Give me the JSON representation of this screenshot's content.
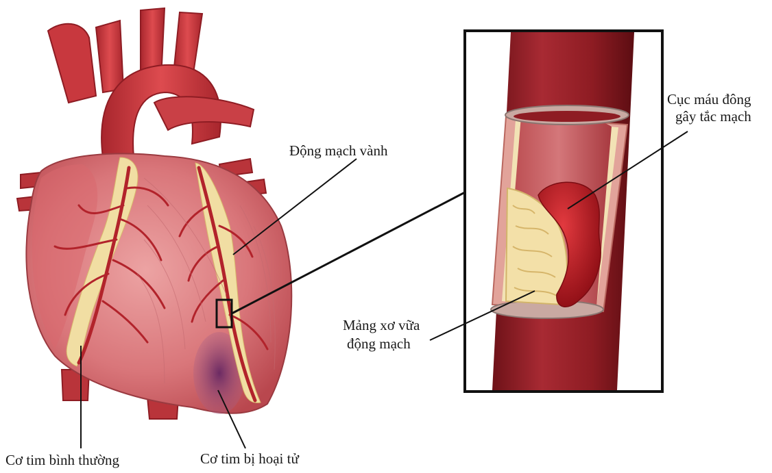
{
  "labels": {
    "coronary_artery": "Động mạch vành",
    "blood_clot_line1": "Cục máu đông",
    "blood_clot_line2": "gây tắc mạch",
    "plaque_line1": "Mảng xơ vữa",
    "plaque_line2": "động mạch",
    "normal_muscle": "Cơ tim bình thường",
    "necrotic_muscle": "Cơ tim bị hoại tử"
  },
  "colors": {
    "heart_red": "#c63a3f",
    "heart_pink": "#e58f8f",
    "vessel_dark": "#8e1c23",
    "plaque_yellow": "#f3e0a8",
    "clot_red": "#b5121c",
    "necrosis_purple": "#7b3a6e",
    "leader_line": "#1a1a1a"
  }
}
